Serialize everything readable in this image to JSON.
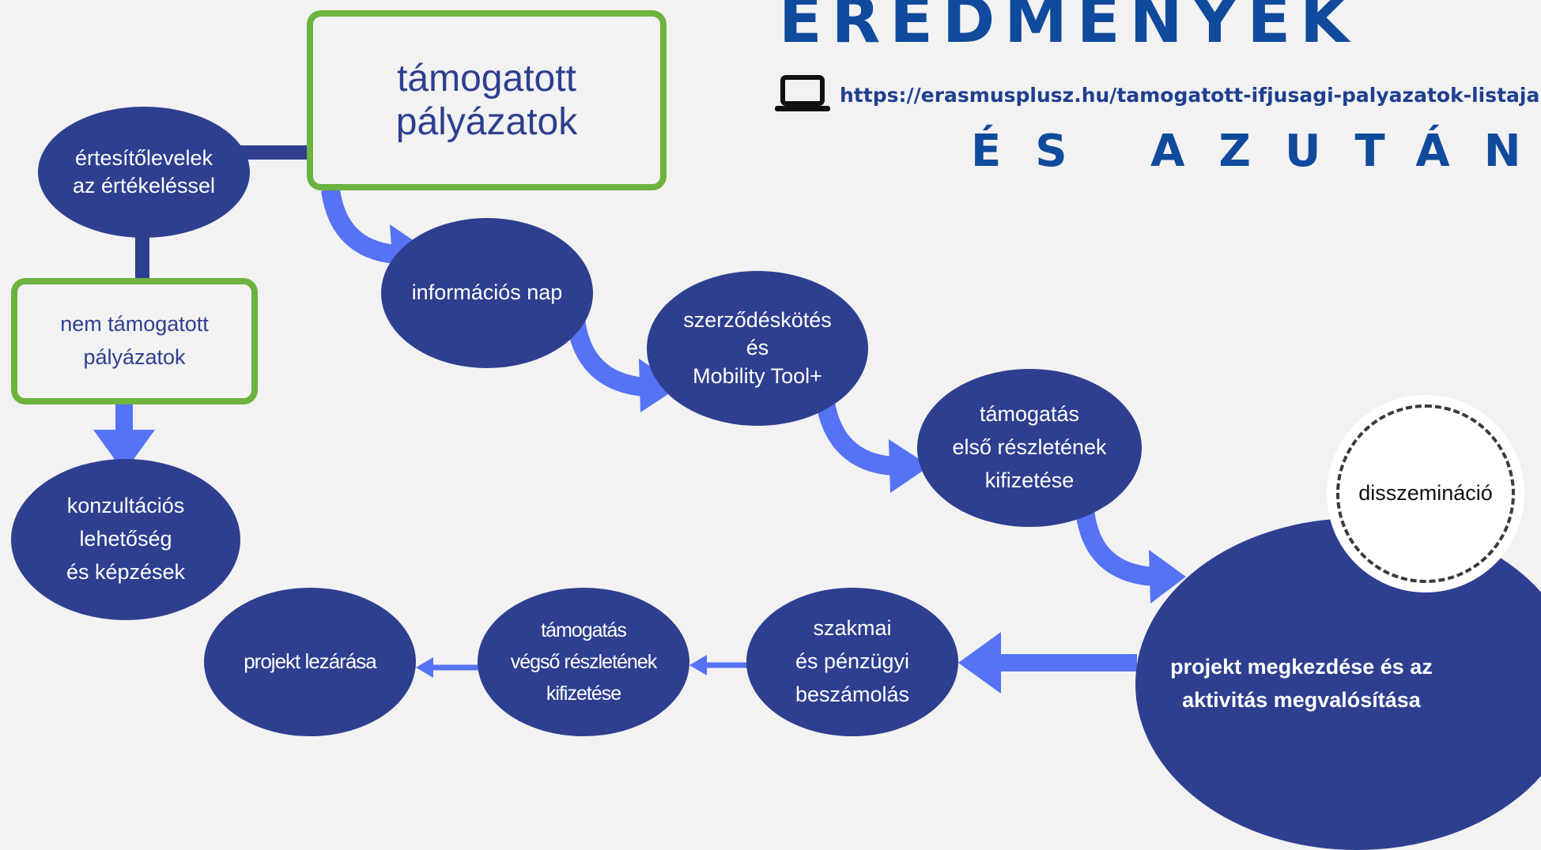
{
  "header": {
    "title": "EREDMENYEK",
    "subtitle": "ÉS AZUTÁN",
    "link_icon": "laptop-icon",
    "link_text": "https://erasmusplusz.hu/tamogatott-ifjusagi-palyazatok-listaja"
  },
  "colors": {
    "node_fill": "#2e3f8f",
    "box_border": "#6db33f",
    "arrow": "#5672f5",
    "connector": "#2e3f8f",
    "title": "#104a9c"
  },
  "nodes": {
    "supported": [
      "támogatott",
      "pályázatok"
    ],
    "notifications": [
      "értesítőlevelek",
      "az értékeléssel"
    ],
    "not_supported": [
      "nem támogatott",
      "pályázatok"
    ],
    "consultation": [
      "konzultációs",
      "lehetőség",
      "és képzések"
    ],
    "info_day": [
      "információs nap"
    ],
    "contract": [
      "szerződéskötés",
      "és",
      "Mobility Tool+"
    ],
    "first_payment": [
      "támogatás",
      "első részletének",
      "kifizetése"
    ],
    "dissemination": [
      "disszemináció"
    ],
    "project_start": [
      "projekt megkezdése és az",
      "aktivitás megvalósítása"
    ],
    "report": [
      "szakmai",
      "és pénzügyi",
      "beszámolás"
    ],
    "final_payment": [
      "támogatás",
      "végső részletének",
      "kifizetése"
    ],
    "closure": [
      "projekt lezárása"
    ]
  }
}
